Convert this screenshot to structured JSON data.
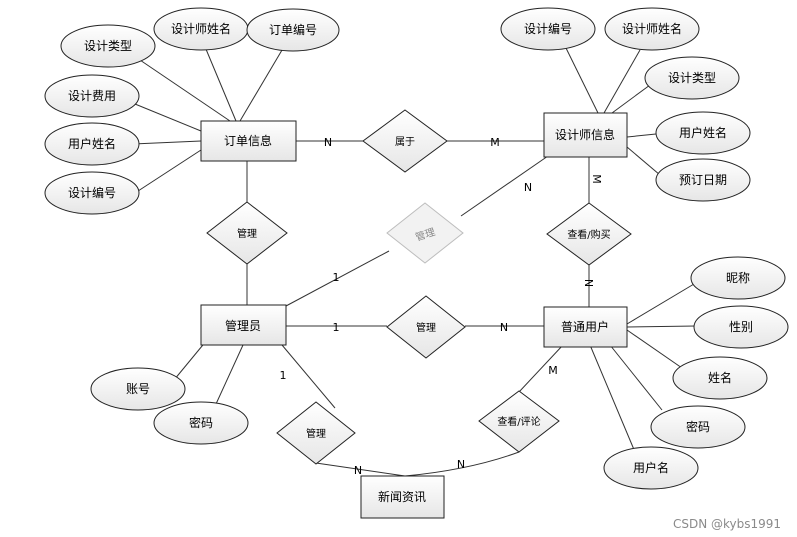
{
  "entities": {
    "order": "订单信息",
    "designer": "设计师信息",
    "admin": "管理员",
    "user": "普通用户",
    "news": "新闻资讯"
  },
  "relationships": {
    "belongs": "属于",
    "manage_order": "管理",
    "manage_designer": "管理",
    "view_buy": "查看/购买",
    "manage_user": "管理",
    "manage_news": "管理",
    "view_comment": "查看/评论"
  },
  "attributes": {
    "order": [
      "设计类型",
      "设计师姓名",
      "订单编号",
      "设计费用",
      "用户姓名",
      "设计编号"
    ],
    "designer": [
      "设计编号",
      "设计师姓名",
      "设计类型",
      "用户姓名",
      "预订日期"
    ],
    "admin": [
      "账号",
      "密码"
    ],
    "user": [
      "昵称",
      "性别",
      "姓名",
      "密码",
      "用户名"
    ]
  },
  "cardinalities": {
    "order_belongs": "N",
    "belongs_designer": "M",
    "designer_manage": "N",
    "manage_admin": "1",
    "designer_view": "M",
    "view_user": "N",
    "admin_manage_user": "1",
    "manage_user_user": "N",
    "admin_manage_news": "1",
    "manage_news_news": "N",
    "news_view": "N",
    "view_user_m": "M"
  },
  "watermark": "CSDN @kybs1991"
}
